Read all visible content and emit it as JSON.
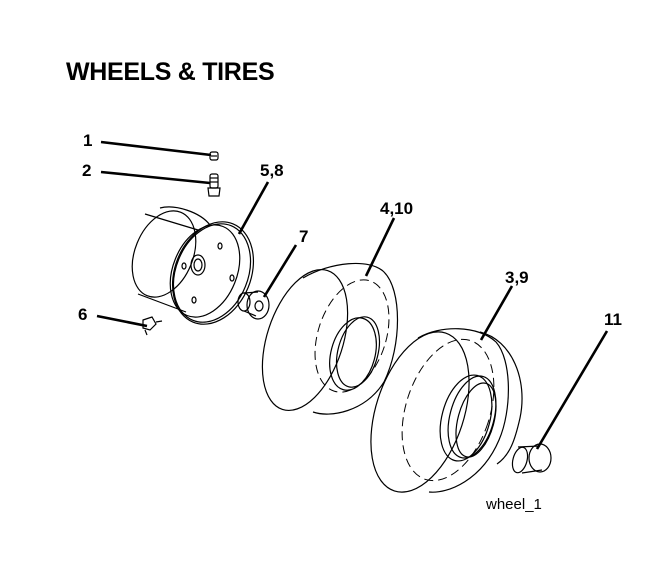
{
  "title": "WHEELS & TIRES",
  "figure_id": "wheel_1",
  "callouts": [
    {
      "label": "1"
    },
    {
      "label": "2"
    },
    {
      "label": "5,8"
    },
    {
      "label": "7"
    },
    {
      "label": "4,10"
    },
    {
      "label": "3,9"
    },
    {
      "label": "6"
    },
    {
      "label": "11"
    }
  ],
  "colors": {
    "ink": "#000000",
    "background": "#ffffff"
  }
}
